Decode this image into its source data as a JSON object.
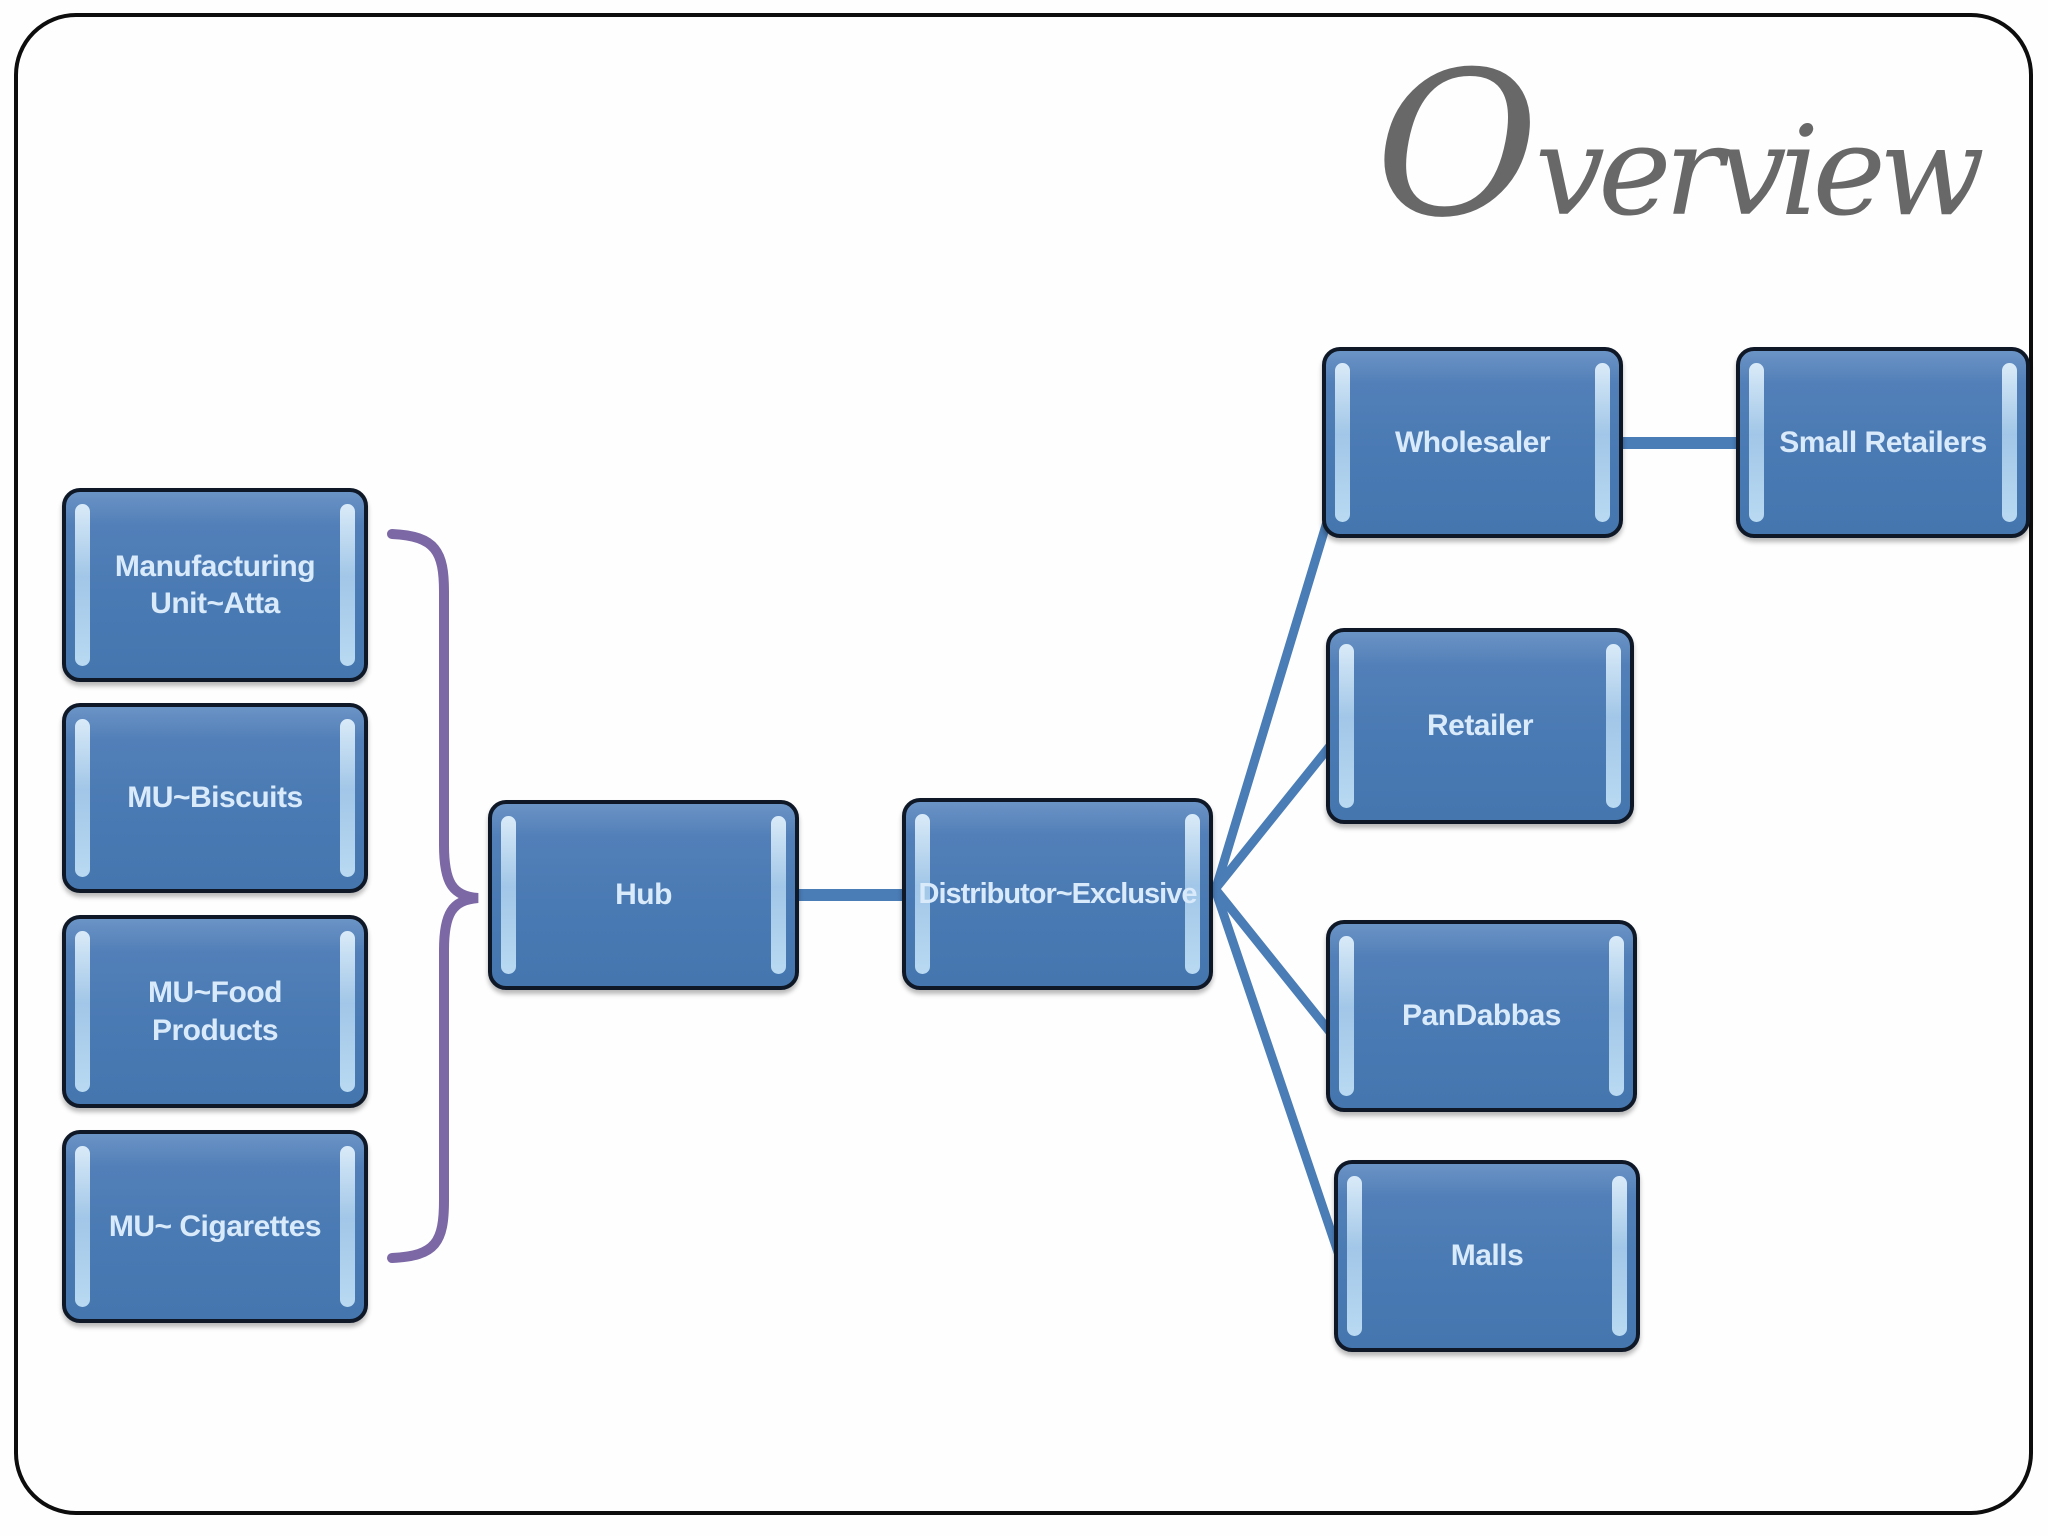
{
  "title": {
    "initial": "O",
    "rest": "verview"
  },
  "nodes": {
    "mu_atta": {
      "label": "Manufacturing Unit~Atta"
    },
    "mu_biscuits": {
      "label": "MU~Biscuits"
    },
    "mu_food": {
      "label": "MU~Food Products"
    },
    "mu_cigarettes": {
      "label": "MU~ Cigarettes"
    },
    "hub": {
      "label": "Hub"
    },
    "distributor": {
      "label": "Distributor~Exclusive"
    },
    "wholesaler": {
      "label": "Wholesaler"
    },
    "small_retailers": {
      "label": "Small Retailers"
    },
    "retailer": {
      "label": "Retailer"
    },
    "pandabbas": {
      "label": "PanDabbas"
    },
    "malls": {
      "label": "Malls"
    }
  },
  "brace_group": {
    "members": [
      "Manufacturing Unit~Atta",
      "MU~Biscuits",
      "MU~Food Products",
      "MU~ Cigarettes"
    ],
    "points_to": "Hub"
  },
  "edges": [
    {
      "from": "Hub",
      "to": "Distributor~Exclusive"
    },
    {
      "from": "Distributor~Exclusive",
      "to": "Wholesaler"
    },
    {
      "from": "Distributor~Exclusive",
      "to": "Retailer"
    },
    {
      "from": "Distributor~Exclusive",
      "to": "PanDabbas"
    },
    {
      "from": "Distributor~Exclusive",
      "to": "Malls"
    },
    {
      "from": "Wholesaler",
      "to": "Small Retailers"
    }
  ],
  "colors": {
    "node_fill": "#4d7fba",
    "node_border": "#0f1827",
    "node_text": "#d9eafb",
    "connector": "#4a7cb5",
    "brace": "#7b68a5",
    "title": "#686868",
    "slide_border": "#0d0d0d"
  }
}
